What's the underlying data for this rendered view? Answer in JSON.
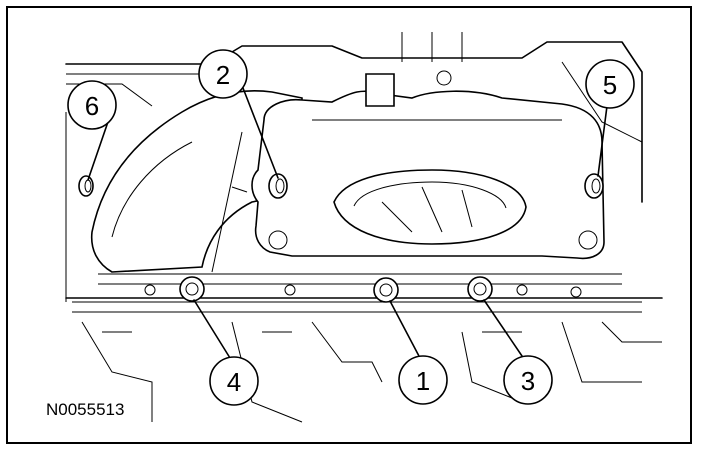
{
  "figure": {
    "reference_code": "N0055513"
  },
  "callouts": [
    {
      "id": "1",
      "label": "1"
    },
    {
      "id": "2",
      "label": "2"
    },
    {
      "id": "3",
      "label": "3"
    },
    {
      "id": "4",
      "label": "4"
    },
    {
      "id": "5",
      "label": "5"
    },
    {
      "id": "6",
      "label": "6"
    }
  ],
  "colors": {
    "line": "#000000",
    "background": "#ffffff"
  }
}
